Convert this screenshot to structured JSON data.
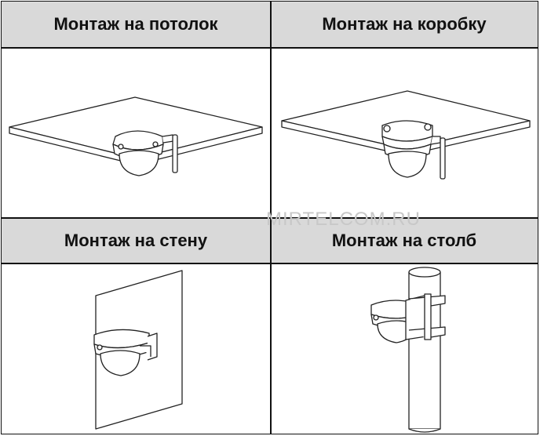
{
  "cells": [
    {
      "title": "Монтаж на потолок"
    },
    {
      "title": "Монтаж на коробку"
    },
    {
      "title": "Монтаж на стену"
    },
    {
      "title": "Монтаж на столб"
    }
  ],
  "watermark": "MIRTELCOM.RU"
}
